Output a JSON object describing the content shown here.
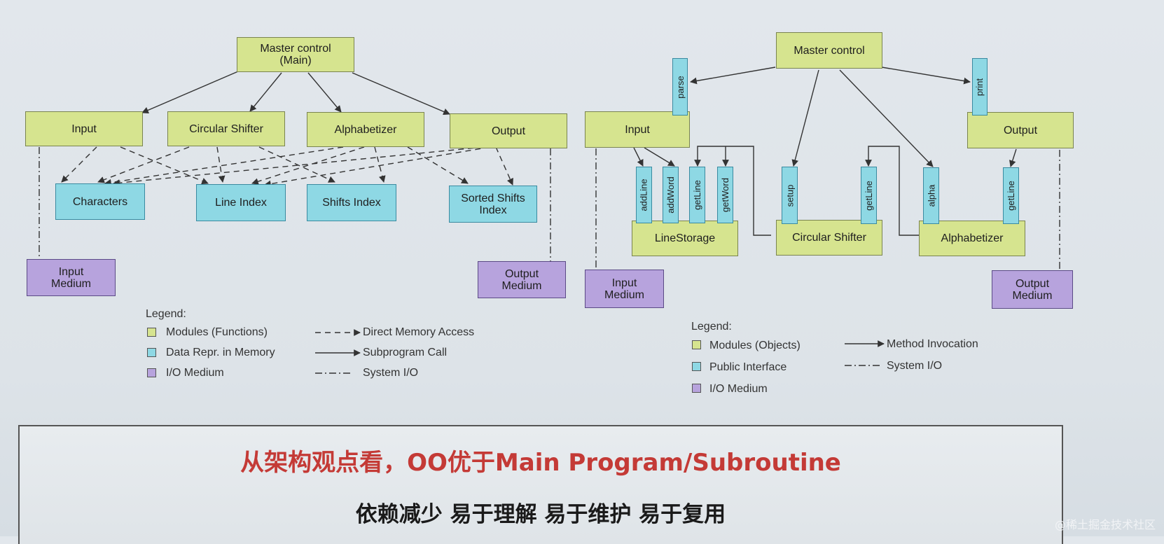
{
  "left": {
    "master": "Master control\n(Main)",
    "input": "Input",
    "circular": "Circular Shifter",
    "alphabetizer": "Alphabetizer",
    "output": "Output",
    "characters": "Characters",
    "line_index": "Line Index",
    "shifts_index": "Shifts Index",
    "sorted_shifts_index": "Sorted Shifts\nIndex",
    "input_medium": "Input\nMedium",
    "output_medium": "Output\nMedium",
    "legend": {
      "title": "Legend:",
      "modules": "Modules (Functions)",
      "data": "Data Repr. in Memory",
      "io": "I/O Medium",
      "direct": "Direct Memory Access",
      "subprogram": "Subprogram Call",
      "system_io": "System I/O"
    }
  },
  "right": {
    "master": "Master control",
    "input": "Input",
    "output": "Output",
    "linestorage": "LineStorage",
    "circular": "Circular Shifter",
    "alphabetizer": "Alphabetizer",
    "input_medium": "Input\nMedium",
    "output_medium": "Output\nMedium",
    "interfaces": {
      "parse": "parse",
      "print": "print",
      "addline": "addLine",
      "addword": "addWord",
      "getline_ls": "getLine",
      "getword": "getWord",
      "setup": "setup",
      "getline_cs": "getLine",
      "alpha": "alpha",
      "getline_al": "getLine"
    },
    "legend": {
      "title": "Legend:",
      "modules": "Modules (Objects)",
      "public": "Public Interface",
      "io": "I/O Medium",
      "method": "Method Invocation",
      "system_io": "System I/O"
    }
  },
  "banner": {
    "headline": "从架构观点看，OO优于Main Program/Subroutine",
    "subline": "依赖减少 易于理解 易于维护 易于复用"
  },
  "watermark": "@稀土掘金技术社区",
  "colors": {
    "module": "#d6e48f",
    "data": "#8ed8e4",
    "io": "#b7a3dd",
    "headline": "#c43a36"
  }
}
